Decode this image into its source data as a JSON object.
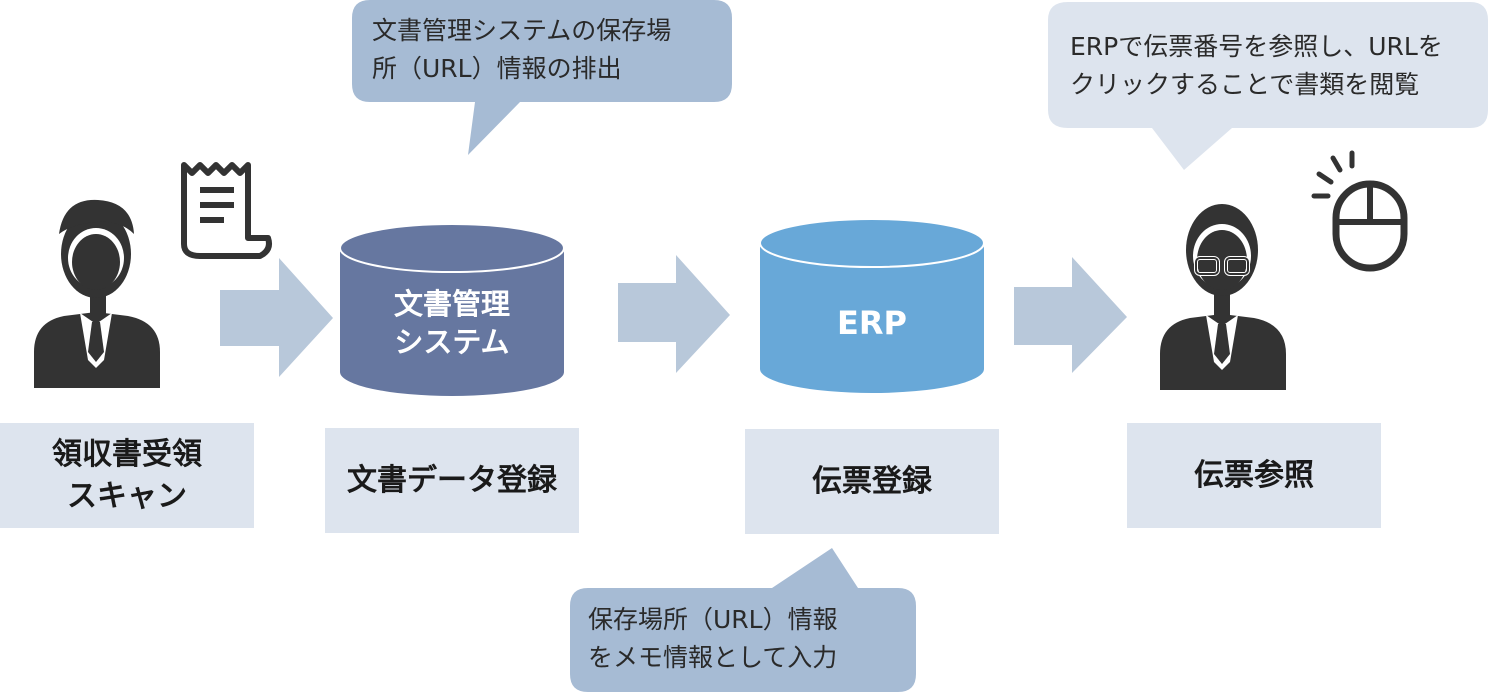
{
  "callouts": {
    "top_center": {
      "line1": "文書管理システムの保存場",
      "line2": "所（URL）情報の排出"
    },
    "top_right": {
      "line1": "ERPで伝票番号を参照し、URLを",
      "line2": "クリックすることで書類を閲覧"
    },
    "bottom_center": {
      "line1": "保存場所（URL）情報",
      "line2": "をメモ情報として入力"
    }
  },
  "databases": {
    "doc_system": {
      "line1": "文書管理",
      "line2": "システム",
      "color": "#6677a0"
    },
    "erp": {
      "label": "ERP",
      "color": "#68a8d8"
    }
  },
  "steps": {
    "scan": {
      "line1": "領収書受領",
      "line2": "スキャン"
    },
    "register_doc": {
      "label": "文書データ登録"
    },
    "register_slip": {
      "label": "伝票登録"
    },
    "view_slip": {
      "label": "伝票参照"
    }
  },
  "colors": {
    "arrow": "#b8c8da",
    "callout_dark": "#a6bbd4",
    "callout_light": "#dde4ee",
    "label_box": "#dde4ee",
    "icon": "#333333"
  }
}
